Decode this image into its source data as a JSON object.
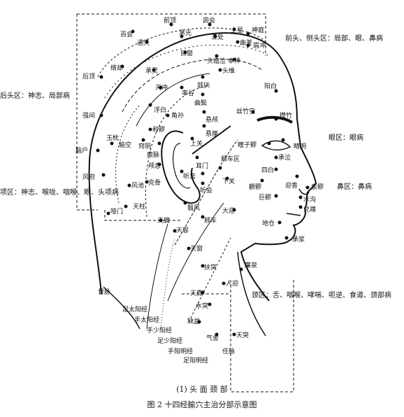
{
  "points": [
    "百会",
    "前顶",
    "囟会",
    "上星",
    "神庭",
    "通天",
    "承光",
    "五处",
    "曲差",
    "眉冲",
    "络却",
    "承灵",
    "目窗",
    "头临泣",
    "本神",
    "阳白",
    "后顶",
    "天冲",
    "率谷",
    "曲鬓",
    "头维",
    "攒竹",
    "睛明",
    "强间",
    "浮白",
    "角孙",
    "颔厌",
    "悬颅",
    "悬厘",
    "丝竹空",
    "瞳子髎",
    "承泣",
    "四白",
    "脑户",
    "玉枕",
    "脑空",
    "窍阴",
    "瘈脉",
    "颅息",
    "耳门",
    "听宫",
    "听会",
    "下关",
    "颧髎",
    "巨髎",
    "迎香",
    "地仓",
    "风府",
    "风池",
    "完骨",
    "翳风",
    "天柱",
    "哑门",
    "天牖",
    "颊车",
    "大迎",
    "承浆",
    "天容",
    "天窗",
    "扶突",
    "廉泉",
    "天鼎",
    "人迎",
    "水突",
    "缺盆",
    "气舍",
    "天突",
    "素髎",
    "水沟",
    "兑端",
    "和髎",
    "上关",
    "颊车区"
  ],
  "regions": {
    "front_head": "前头、侧头区：局部、眼、鼻病",
    "back_head": "后头区：神志、局部病",
    "eye": "眼区：眼病",
    "nape": "项区：神志、喉咙、咽喉、眼、头项病",
    "nose": "鼻区：鼻病",
    "neck": "颈区：舌、咽喉、哮喘、呃逆、食道、颈部病"
  },
  "meridians": [
    "督脉",
    "足太阳经",
    "手太阳经",
    "手少阳经",
    "足少阳经",
    "手阳明经",
    "足阳明经",
    "任脉"
  ],
  "caption": {
    "sub": "(1) 头 面 颈 部",
    "main": "图 2  十四经腧穴主治分部示意图"
  }
}
